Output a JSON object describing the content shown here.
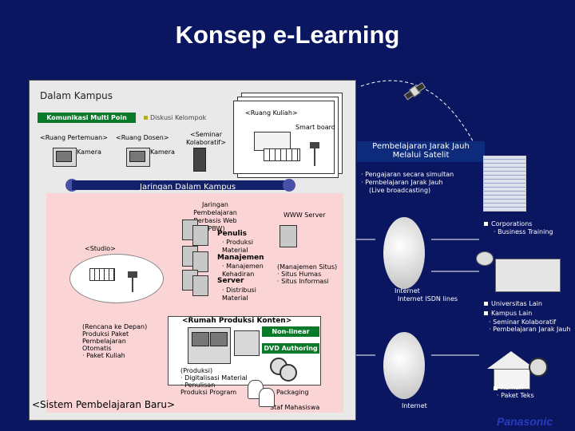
{
  "title": "Konsep e-Learning",
  "campus": {
    "label": "Dalam Kampus",
    "komunikasi": "Komunikasi Multi Poin",
    "diskusi": "Diskusi Kelompok",
    "ruang_kuliah": "<Ruang Kuliah>",
    "smart_board": "Smart board",
    "ruang_pertemuan": "<Ruang Pertemuan>",
    "ruang_dosen": "<Ruang Dosen>",
    "seminar": "<Seminar Kolaboratif>",
    "kamera1": "Kamera",
    "kamera2": "Kamera",
    "jaringan": "Jaringan Dalam Kampus"
  },
  "satellite": {
    "label": "Pembelajaran Jarak Jauh Melalui Satelit",
    "note1": "· Pengajaran secara simultan",
    "note2": "· Pembelajaran Jarak Jauh",
    "note3": "(Live broadcasting)"
  },
  "pbw": {
    "label": "Jaringan Pembelajaran Berbasis Web (PBW)",
    "www": "WWW Server",
    "penulis": "Penulis",
    "produksi": "· Produksi Material",
    "manajemen": "Manajemen",
    "manajemen_items": "· Manajemen Kehadiran",
    "server": "Server",
    "distribusi": "· Distribusi Material",
    "situs_title": "(Manajemen Situs)",
    "situs1": "· Situs Humas",
    "situs2": "· Situs Informasi",
    "studio": "<Studio>"
  },
  "rencana": {
    "text1": "(Rencana ke Depan)",
    "text2": "Produksi Paket",
    "text3": "Pembelajaran",
    "text4": "Otomatis",
    "text5": "· Paket Kuliah"
  },
  "produksi_konten": {
    "label": "<Rumah Produksi Konten>",
    "nonlinear": "Non-linear Editing",
    "dvd": "DVD Authoring",
    "produksi": "(Produksi)",
    "digitalisasi": "· Digitalisasi Material",
    "penulisan": "· Penulisan",
    "program": "Produksi Program",
    "packaging": "Packaging",
    "staf": "Staf Mahasiswa"
  },
  "sistem": "<Sistem Pembelajaran Baru>",
  "right": {
    "corporations": "Corporations",
    "business": "· Business Training",
    "internet_isdn": "Internet ISDN lines",
    "universitas": "Universitas Lain",
    "kampus_lain": "Kampus Lain",
    "seminar": "· Seminar Kolaboratif",
    "pjj": "· Pembelajaran Jarak Jauh",
    "rumah": "Rumah",
    "paket_teks": "· Paket Teks",
    "internet": "Internet"
  },
  "brand": "Panasonic",
  "colors": {
    "background": "#0a1660",
    "green": "#0a7a2a",
    "pink": "#fbd4d6",
    "campus": "#e9e9e9"
  }
}
